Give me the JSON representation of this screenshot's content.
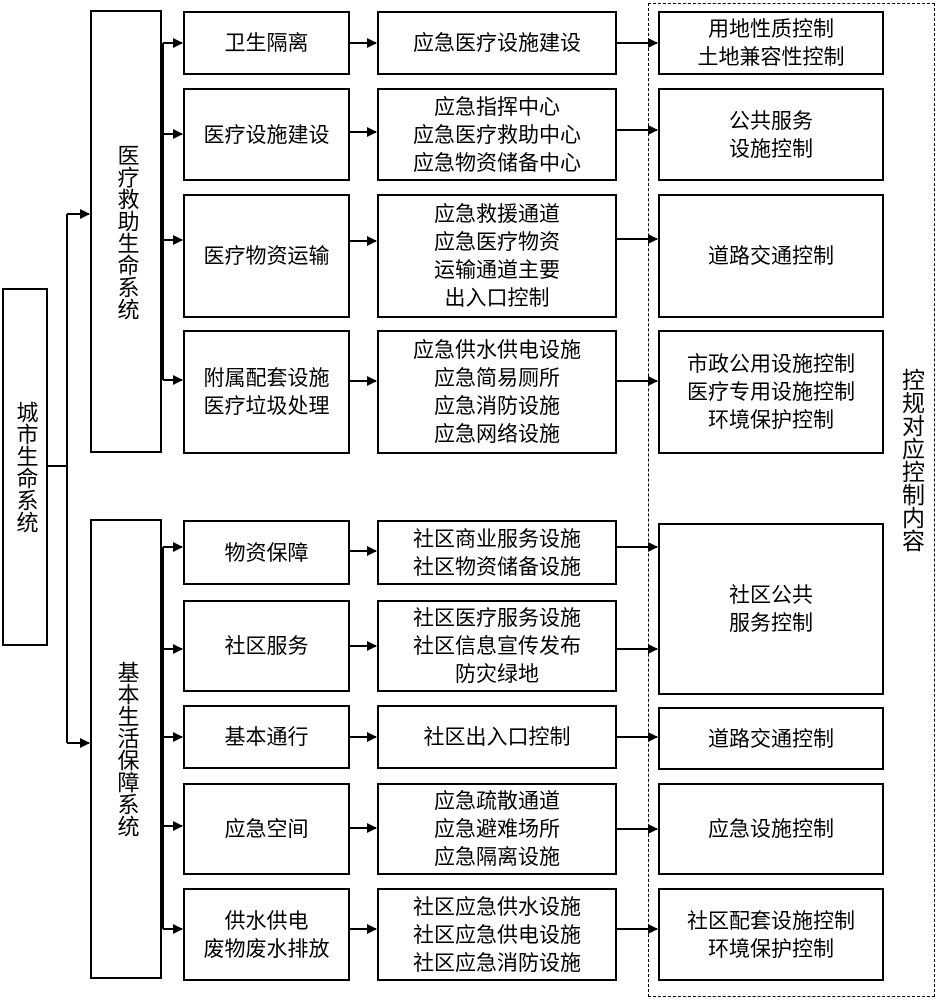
{
  "root": {
    "label": "城市生命系统"
  },
  "control_label": "控规对应控制内容",
  "systems": [
    {
      "label": "医疗救助生命系统",
      "categories": [
        {
          "label": [
            "卫生隔离"
          ],
          "facilities": [
            "应急医疗设施建设"
          ]
        },
        {
          "label": [
            "医疗设施建设"
          ],
          "facilities": [
            "应急指挥中心",
            "应急医疗救助中心",
            "应急物资储备中心"
          ]
        },
        {
          "label": [
            "医疗物资运输"
          ],
          "facilities": [
            "应急救援通道",
            "应急医疗物资",
            "运输通道主要",
            "出入口控制"
          ]
        },
        {
          "label": [
            "附属配套设施",
            "医疗垃圾处理"
          ],
          "facilities": [
            "应急供水供电设施",
            "应急简易厕所",
            "应急消防设施",
            "应急网络设施"
          ]
        }
      ],
      "controls": [
        {
          "lines": [
            "用地性质控制",
            "土地兼容性控制"
          ]
        },
        {
          "lines": [
            "公共服务",
            "设施控制"
          ]
        },
        {
          "lines": [
            "道路交通控制"
          ]
        },
        {
          "lines": [
            "市政公用设施控制",
            "医疗专用设施控制",
            "环境保护控制"
          ]
        }
      ]
    },
    {
      "label": "基本生活保障系统",
      "categories": [
        {
          "label": [
            "物资保障"
          ],
          "facilities": [
            "社区商业服务设施",
            "社区物资储备设施"
          ]
        },
        {
          "label": [
            "社区服务"
          ],
          "facilities": [
            "社区医疗服务设施",
            "社区信息宣传发布",
            "防灾绿地"
          ]
        },
        {
          "label": [
            "基本通行"
          ],
          "facilities": [
            "社区出入口控制"
          ]
        },
        {
          "label": [
            "应急空间"
          ],
          "facilities": [
            "应急疏散通道",
            "应急避难场所",
            "应急隔离设施"
          ]
        },
        {
          "label": [
            "供水供电",
            "废物废水排放"
          ],
          "facilities": [
            "社区应急供水设施",
            "社区应急供电设施",
            "社区应急消防设施"
          ]
        }
      ],
      "controls": [
        {
          "lines": [
            "社区公共",
            "服务控制"
          ]
        },
        {
          "lines": [
            "道路交通控制"
          ]
        },
        {
          "lines": [
            "应急设施控制"
          ]
        },
        {
          "lines": [
            "社区配套设施控制",
            "环境保护控制"
          ]
        }
      ]
    }
  ]
}
